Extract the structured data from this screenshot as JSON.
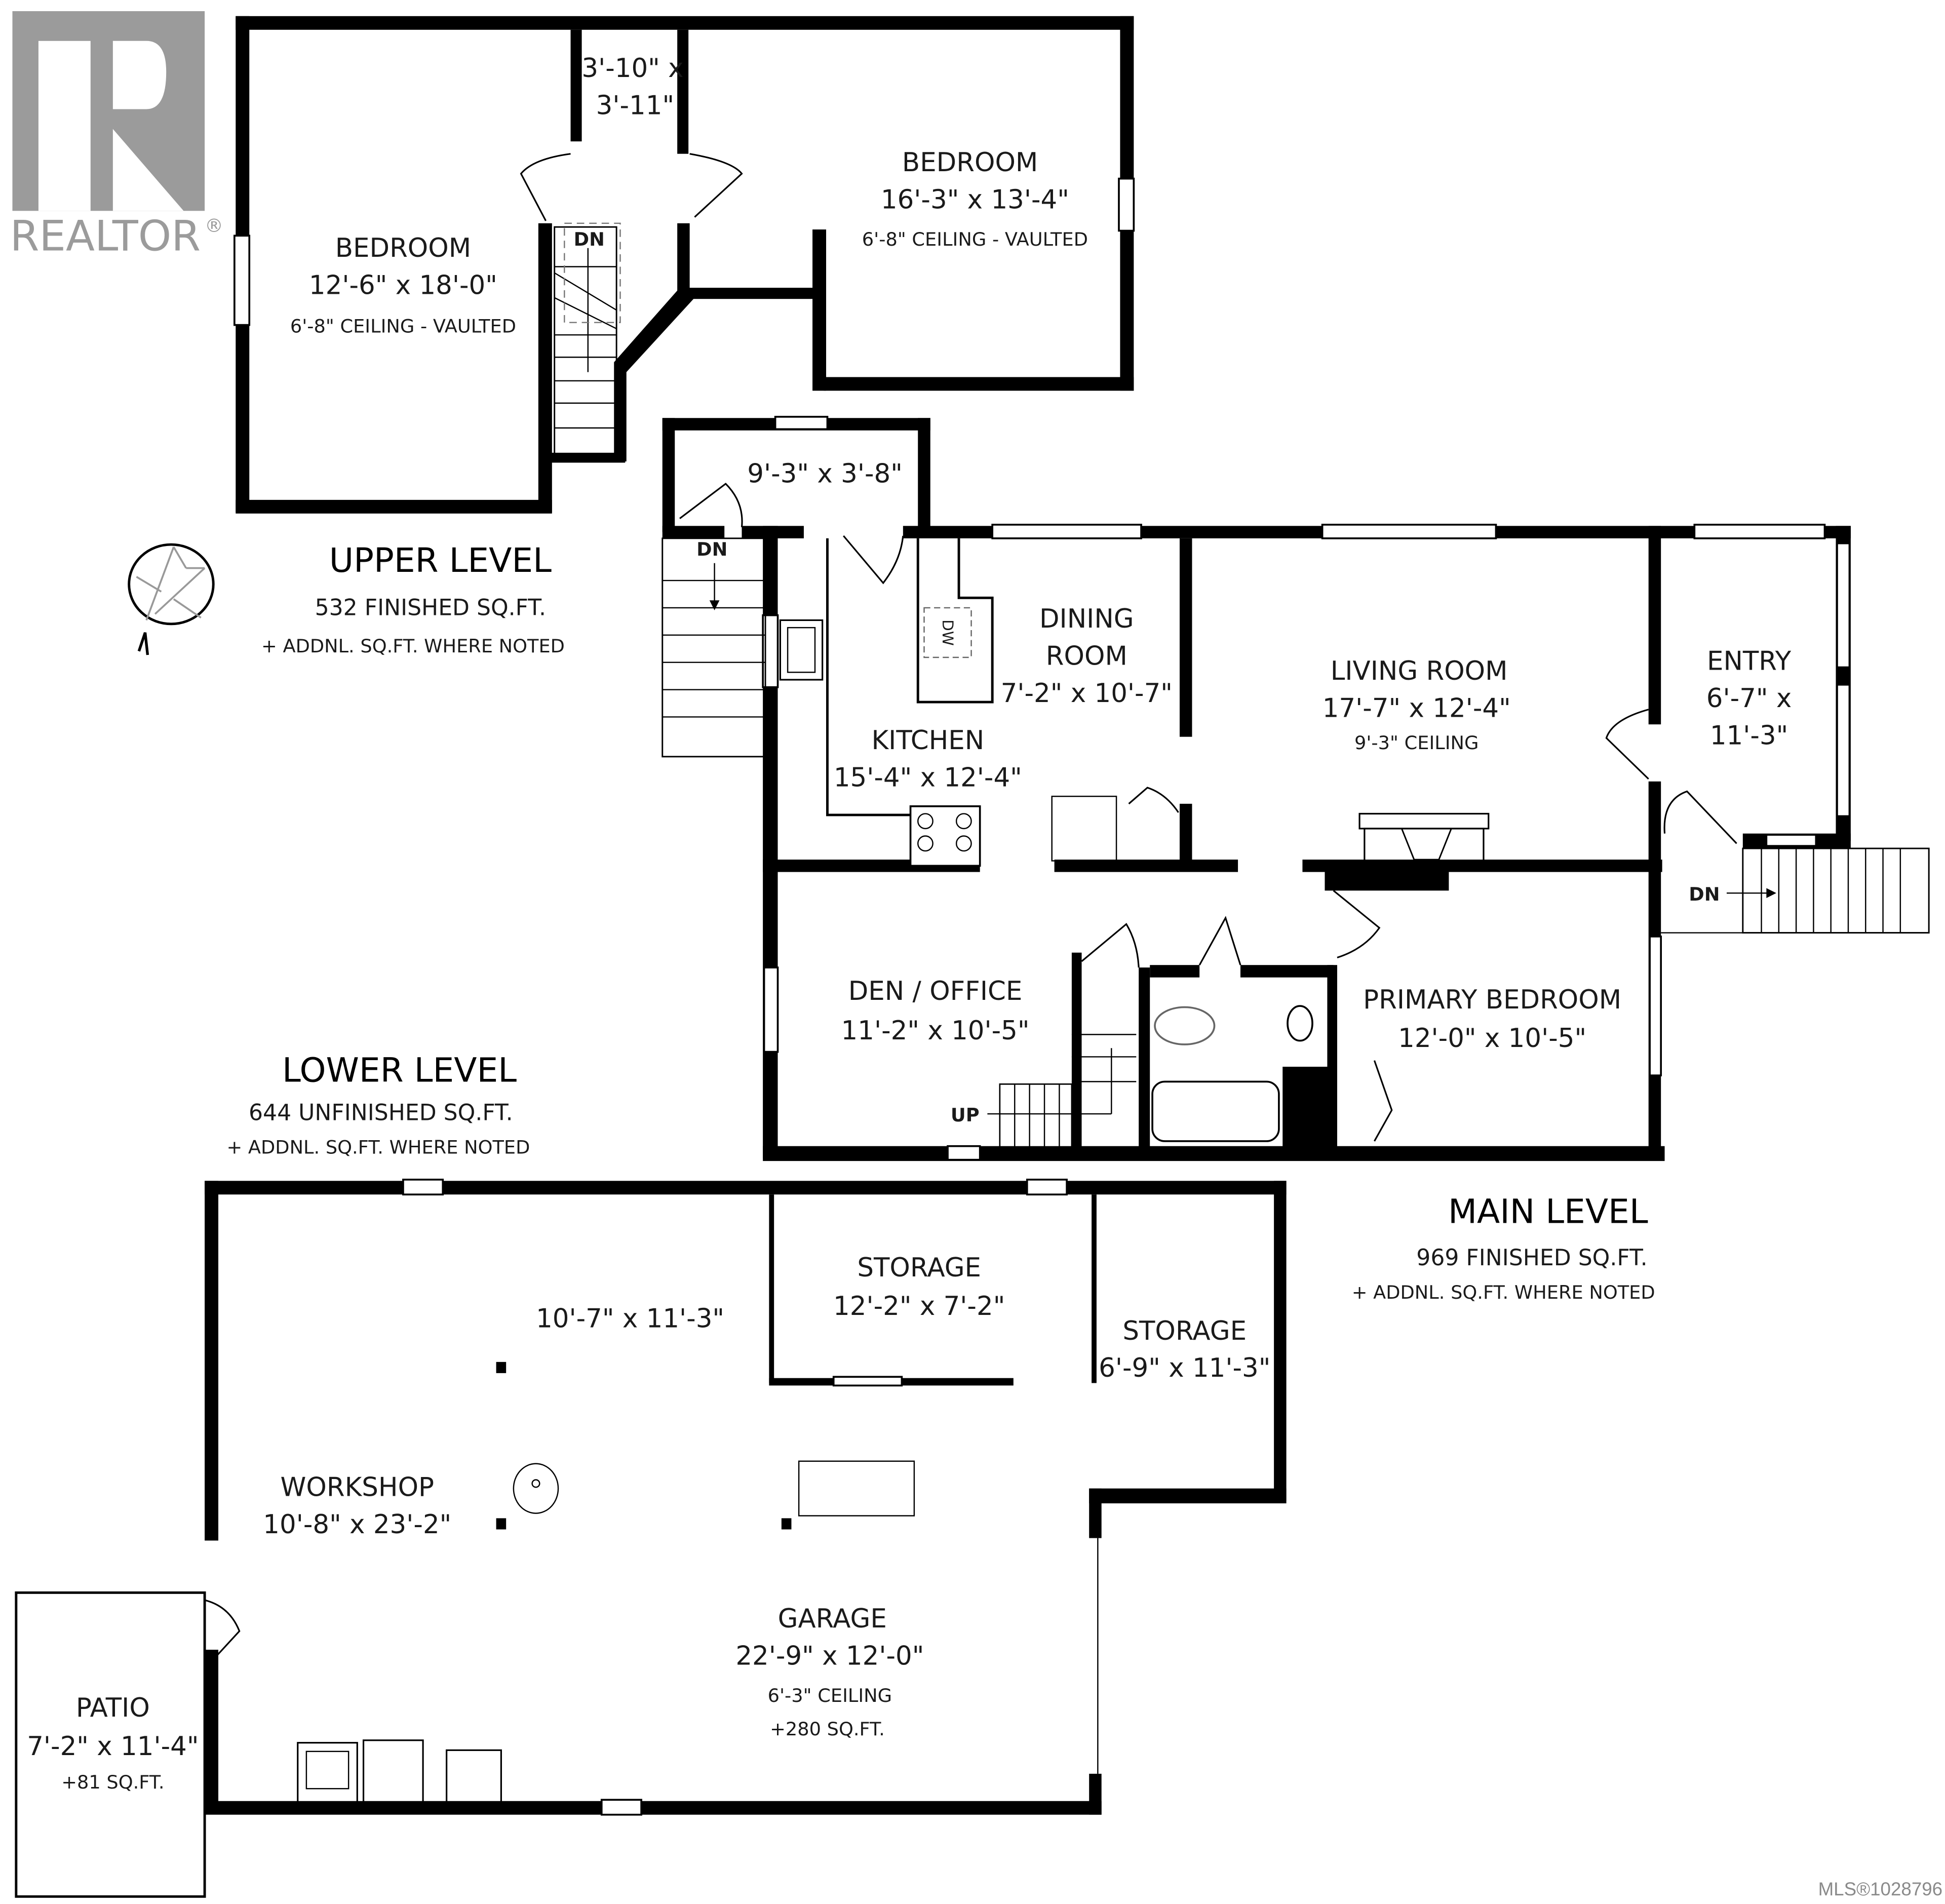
{
  "branding": {
    "logo_letter": "R",
    "logo_text": "REALTOR",
    "registered_mark": "®",
    "logo_color": "#9b9b9b",
    "mls_label": "MLS®1028796"
  },
  "compass": {
    "icon": "north-arrow-compass-icon"
  },
  "levels": {
    "upper": {
      "title": "UPPER LEVEL",
      "sqft": "532 FINISHED SQ.FT.",
      "note": "+ ADDNL. SQ.FT. WHERE NOTED",
      "rooms": {
        "bedroom_left": {
          "name": "BEDROOM",
          "dims": "12'-6\" x 18'-0\"",
          "ceiling": "6'-8\" CEILING - VAULTED"
        },
        "closet": {
          "dims_line1": "3'-10\" x",
          "dims_line2": "3'-11\""
        },
        "bedroom_right": {
          "name": "BEDROOM",
          "dims": "16'-3\" x 13'-4\"",
          "ceiling": "6'-8\" CEILING - VAULTED"
        },
        "stairs_label": "DN"
      }
    },
    "main": {
      "title": "MAIN LEVEL",
      "sqft": "969 FINISHED SQ.FT.",
      "note": "+ ADDNL. SQ.FT. WHERE NOTED",
      "rooms": {
        "mudroom": {
          "dims": "9'-3\" x 3'-8\""
        },
        "stairs_left_label": "DN",
        "dishwasher_label": "DW",
        "dining": {
          "name_line1": "DINING",
          "name_line2": "ROOM",
          "dims": "7'-2\" x 10'-7\""
        },
        "kitchen": {
          "name": "KITCHEN",
          "dims": "15'-4\" x 12'-4\""
        },
        "living": {
          "name": "LIVING ROOM",
          "dims": "17'-7\" x 12'-4\"",
          "ceiling": "9'-3\" CEILING"
        },
        "entry": {
          "name": "ENTRY",
          "dims_line1": "6'-7\" x",
          "dims_line2": "11'-3\""
        },
        "stairs_right_label": "DN",
        "den": {
          "name": "DEN / OFFICE",
          "dims": "11'-2\" x 10'-5\""
        },
        "stairs_up_label": "UP",
        "primary": {
          "name": "PRIMARY BEDROOM",
          "dims": "12'-0\" x 10'-5\""
        }
      }
    },
    "lower": {
      "title": "LOWER LEVEL",
      "sqft": "644 UNFINISHED SQ.FT.",
      "note": "+ ADDNL. SQ.FT. WHERE NOTED",
      "rooms": {
        "unnamed": {
          "dims": "10'-7\" x 11'-3\""
        },
        "storage1": {
          "name": "STORAGE",
          "dims": "12'-2\" x 7'-2\""
        },
        "storage2": {
          "name": "STORAGE",
          "dims": "6'-9\" x 11'-3\""
        },
        "workshop": {
          "name": "WORKSHOP",
          "dims": "10'-8\" x 23'-2\""
        },
        "garage": {
          "name": "GARAGE",
          "dims": "22'-9\" x 12'-0\"",
          "ceiling": "6'-3\" CEILING",
          "extra": "+280 SQ.FT."
        },
        "patio": {
          "name": "PATIO",
          "dims": "7'-2\" x 11'-4\"",
          "extra": "+81 SQ.FT."
        }
      }
    }
  }
}
